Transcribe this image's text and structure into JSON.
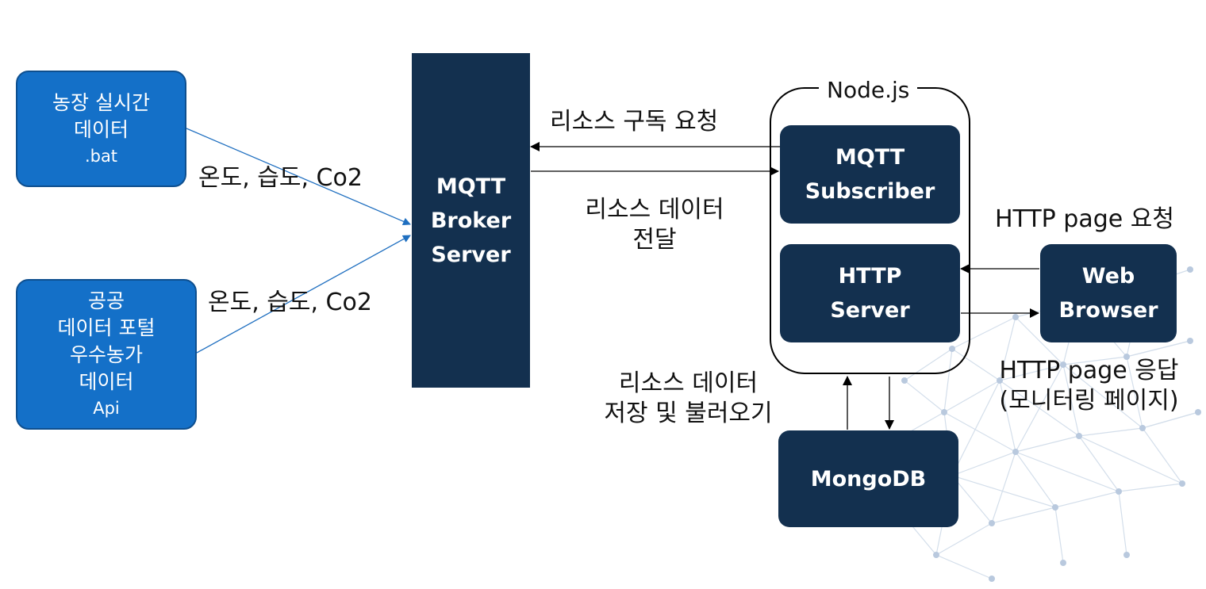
{
  "source_boxes": {
    "farm": {
      "line1": "농장 실시간",
      "line2": "데이터",
      "sub": ".bat"
    },
    "public": {
      "line1": "공공",
      "line2": "데이터 포털",
      "line3": "우수농가",
      "line4": "데이터",
      "sub": "Api"
    }
  },
  "broker": {
    "line1": "MQTT",
    "line2": "Broker",
    "line3": "Server"
  },
  "nodejs": {
    "title": "Node.js",
    "subscriber": {
      "line1": "MQTT",
      "line2": "Subscriber"
    },
    "http_server": {
      "line1": "HTTP",
      "line2": "Server"
    }
  },
  "browser": {
    "line1": "Web",
    "line2": "Browser"
  },
  "database": {
    "label": "MongoDB"
  },
  "labels": {
    "sensor_top": "온도, 습도, Co2",
    "sensor_bottom": "온도, 습도, Co2",
    "subscribe_request": "리소스 구독 요청",
    "deliver_line1": "리소스 데이터",
    "deliver_line2": "전달",
    "http_request": "HTTP page 요청",
    "http_response_line1": "HTTP page 응답",
    "http_response_line2": "(모니터링 페이지)",
    "db_line1": "리소스 데이터",
    "db_line2": "저장 및 불러오기"
  },
  "colors": {
    "source_fill": "#1470c8",
    "navy_fill": "#13304f",
    "connector_blue": "#1f6fc0",
    "connector_black": "#000000"
  }
}
